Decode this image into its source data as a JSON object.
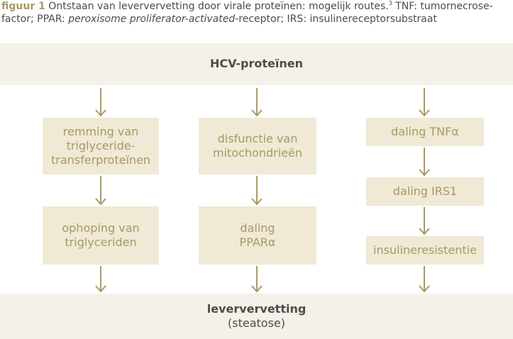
{
  "caption": {
    "label": "figuur 1",
    "text_a": " Ontstaan van leververvetting door virale proteïnen: mogelijk routes.",
    "ref": "3",
    "text_b": " TNF: tumornecrose-factor; PPAR: ",
    "italic": "peroxisome proliferator-activated",
    "text_c": "-receptor; IRS: insulinereceptorsubstraat"
  },
  "top_node": "HCV-proteïnen",
  "col1": {
    "box1": [
      "remming van",
      "triglyceride-",
      "transferproteïnen"
    ],
    "box2": [
      "ophoping van",
      "triglyceriden"
    ]
  },
  "col2": {
    "box1": [
      "disfunctie van",
      "mitochondrieën"
    ],
    "box2": [
      "daling",
      "PPARα"
    ]
  },
  "col3": {
    "box1": "daling TNFα",
    "box2": "daling IRS1",
    "box3": "insulineresistentie"
  },
  "bottom_node": {
    "title": "leververvetting",
    "subtitle": "(steatose)"
  },
  "colors": {
    "band": "#f3f1e9",
    "box": "#efe9d6",
    "box_text": "#a89a63",
    "arrow": "#a89a63"
  }
}
